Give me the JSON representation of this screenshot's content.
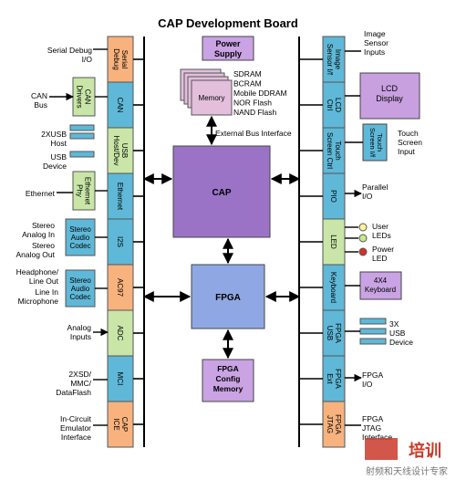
{
  "title": "CAP Development Board",
  "colors": {
    "orange": "#f8b27e",
    "blue": "#5fb8d8",
    "green": "#c9e6a8",
    "core_purple": "#9a73c6",
    "fpga_blue": "#8fa8e4",
    "soft_purple": "#c9a3e3",
    "lcd_purple": "#c8a0e0",
    "memory_pink": "#e3bfdc",
    "led_yellow": "#fdf39b",
    "led_green": "#c8e88c",
    "led_red": "#d43030"
  },
  "blocks": {
    "power_supply": "Power Supply",
    "memory": "Memory",
    "cap": "CAP",
    "fpga": "FPGA",
    "fpga_config": "FPGA Config Memory",
    "lcd_display": "LCD Display",
    "keyboard_4x4": "4X4 Keyboard",
    "touch_screen_if": "Touch Screen I/f"
  },
  "memory_list": [
    "SDRAM",
    "BCRAM",
    "Mobile DDRAM",
    "NOR Flash",
    "NAND Flash"
  ],
  "external_bus_label": "External Bus Interface",
  "left_column": [
    {
      "label": "Serial Debug",
      "color": "orange"
    },
    {
      "label": "CAN",
      "color": "blue"
    },
    {
      "label": "USB Host/Dev",
      "color": "green"
    },
    {
      "label": "Ethernet",
      "color": "blue"
    },
    {
      "label": "I2S",
      "color": "blue"
    },
    {
      "label": "AC97",
      "color": "orange"
    },
    {
      "label": "ADC",
      "color": "green"
    },
    {
      "label": "MCI",
      "color": "blue"
    },
    {
      "label": "CAP ICE",
      "color": "orange"
    }
  ],
  "right_column": [
    {
      "label": "Image Sensor I/f",
      "color": "blue"
    },
    {
      "label": "LCD Ctrl",
      "color": "blue"
    },
    {
      "label": "Touch Screen Ctrl",
      "color": "blue"
    },
    {
      "label": "PIO",
      "color": "blue"
    },
    {
      "label": "LED",
      "color": "green"
    },
    {
      "label": "Keyboard",
      "color": "blue"
    },
    {
      "label": "FPGA USB",
      "color": "blue"
    },
    {
      "label": "FPGA Ext",
      "color": "blue"
    },
    {
      "label": "FPGA JTAG",
      "color": "orange"
    }
  ],
  "left_chips": {
    "can_drivers": "CAN Drivers",
    "ethernet_phy": "Ethernet Phy",
    "stereo_codec_1": "Stereo Audio Codec",
    "stereo_codec_2": "Stereo Audio Codec"
  },
  "left_labels": {
    "serial_debug_io": "Serial Debug I/O",
    "can_bus": "CAN Bus",
    "usb_2x_host": "2XUSB Host",
    "usb_device": "USB Device",
    "ethernet": "Ethernet",
    "stereo_analog_in": "Stereo Analog In",
    "stereo_analog_out": "Stereo Analog Out",
    "headphone_line_out": "Headphone/ Line Out",
    "line_in_microphone": "Line In Microphone",
    "analog_inputs": "Analog Inputs",
    "mci_cards": "2XSD/ MMC/ DataFlash",
    "ice_interface": "In-Circuit Emulator Interface"
  },
  "right_labels": {
    "image_sensor_inputs": "Image Sensor Inputs",
    "touch_screen_input": "Touch Screen Input",
    "parallel_io": "Parallel I/O",
    "user_leds": "User LEDs",
    "power_led": "Power LED",
    "usb_device_3x": "3X USB Device",
    "fpga_io": "FPGA I/O",
    "fpga_jtag_interface": "FPGA JTAG Interface"
  },
  "watermark": {
    "top": "培训",
    "bottom": "射频和天线设计专家"
  }
}
